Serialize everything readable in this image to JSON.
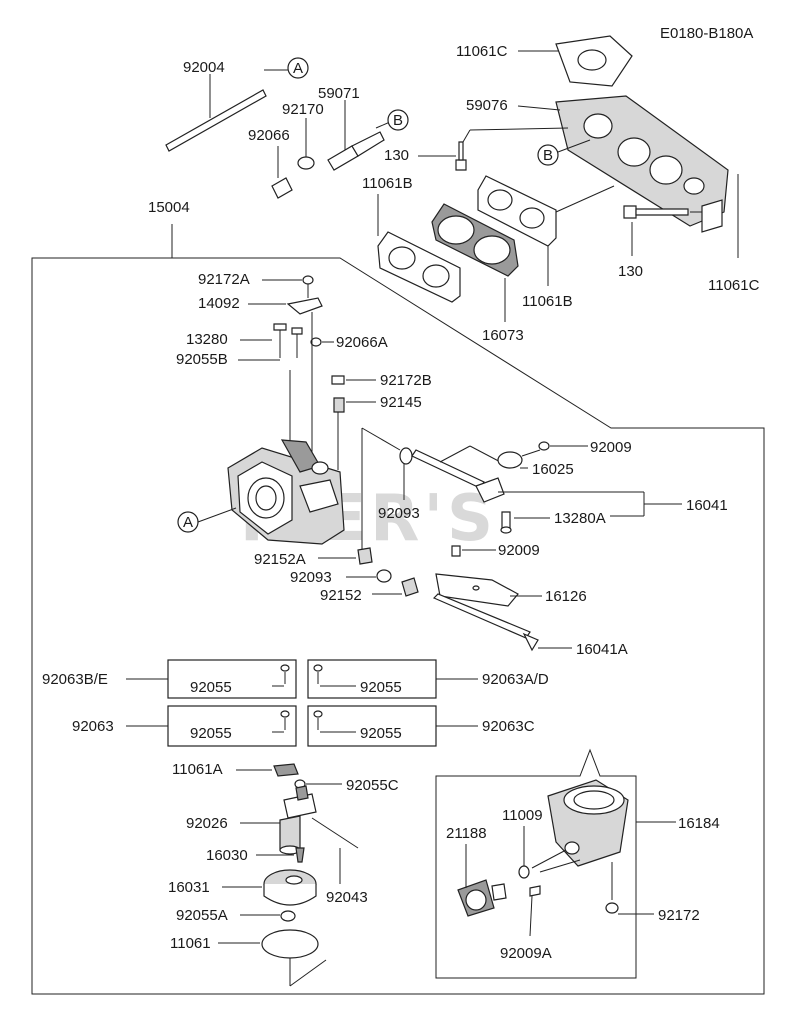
{
  "diagram_code": "E0180-B180A",
  "watermark": "TLER'S",
  "labels": {
    "p92004": "92004",
    "callout_a_top": "A",
    "p92170": "92170",
    "p59071": "59071",
    "callout_b_top": "B",
    "p92066": "92066",
    "p11061c_top": "11061C",
    "p59076": "59076",
    "p130_top": "130",
    "callout_b_right": "B",
    "p11061b_top": "11061B",
    "p15004": "15004",
    "p130_right": "130",
    "p11061c_right": "11061C",
    "p11061b_mid": "11061B",
    "p16073": "16073",
    "p92172a": "92172A",
    "p14092": "14092",
    "p13280": "13280",
    "p92066a": "92066A",
    "p92055b": "92055B",
    "p92172b": "92172B",
    "p92145": "92145",
    "p92009_top": "92009",
    "p16025": "16025",
    "p16041": "16041",
    "callout_a_body": "A",
    "p92093_top": "92093",
    "p13280a": "13280A",
    "p92009_mid": "92009",
    "p92152a": "92152A",
    "p92093_mid": "92093",
    "p92152": "92152",
    "p16126": "16126",
    "p16041a": "16041A",
    "p92063be": "92063B/E",
    "box1_92055": "92055",
    "box2_92055": "92055",
    "p92063ad": "92063A/D",
    "p92063": "92063",
    "box3_92055": "92055",
    "box4_92055": "92055",
    "p92063c": "92063C",
    "p11061a": "11061A",
    "p92055c": "92055C",
    "p92026": "92026",
    "p16030": "16030",
    "p16031": "16031",
    "p92043": "92043",
    "p92055a": "92055A",
    "p11061": "11061",
    "p16184": "16184",
    "p11009": "11009",
    "p21188": "21188",
    "p92172": "92172",
    "p92009a": "92009A"
  }
}
